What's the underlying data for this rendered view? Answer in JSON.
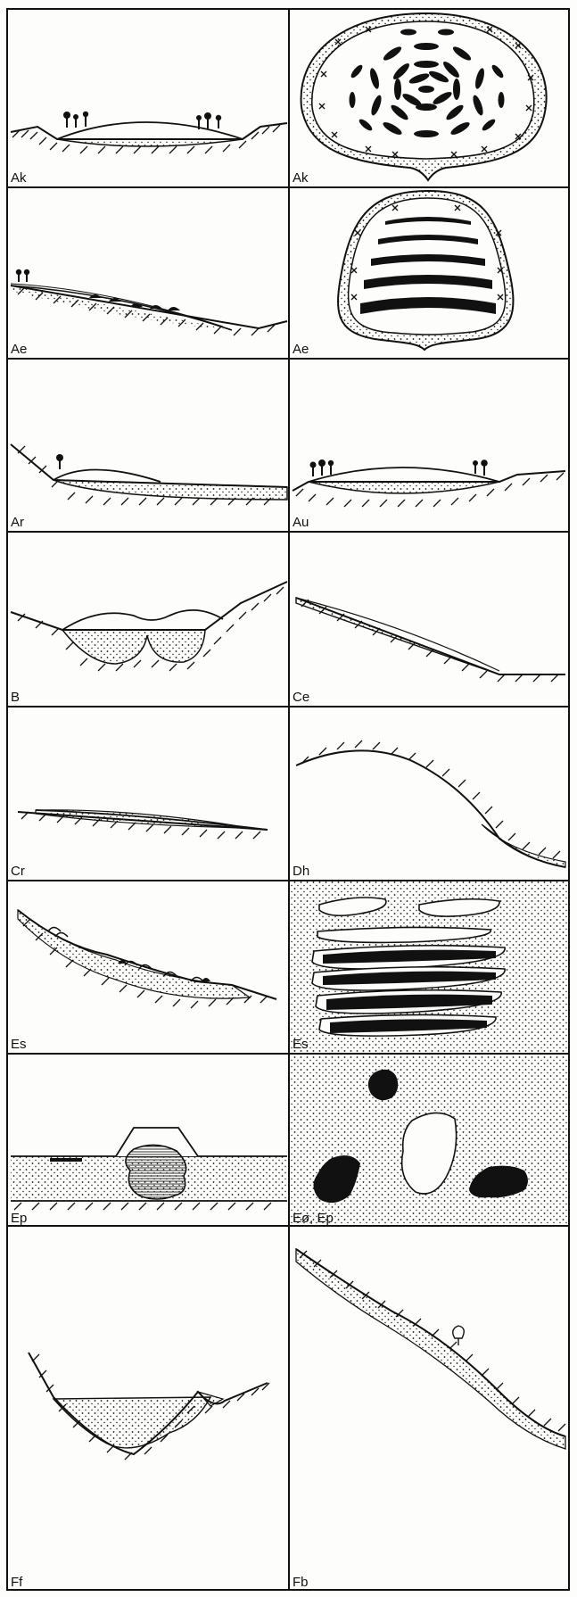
{
  "panels": [
    {
      "label": "Ak"
    },
    {
      "label": "Ak"
    },
    {
      "label": "Ae"
    },
    {
      "label": "Ae"
    },
    {
      "label": "Ar"
    },
    {
      "label": "Au"
    },
    {
      "label": "B"
    },
    {
      "label": "Ce"
    },
    {
      "label": "Cr"
    },
    {
      "label": "Dh"
    },
    {
      "label": "Es"
    },
    {
      "label": "Es"
    },
    {
      "label": "Ep"
    },
    {
      "label": "Eø, Ep"
    },
    {
      "label": "Ff"
    },
    {
      "label": "Fb"
    }
  ],
  "colors": {
    "ink": "#111111",
    "paper": "#fdfdfb",
    "hatch": "#777777"
  }
}
